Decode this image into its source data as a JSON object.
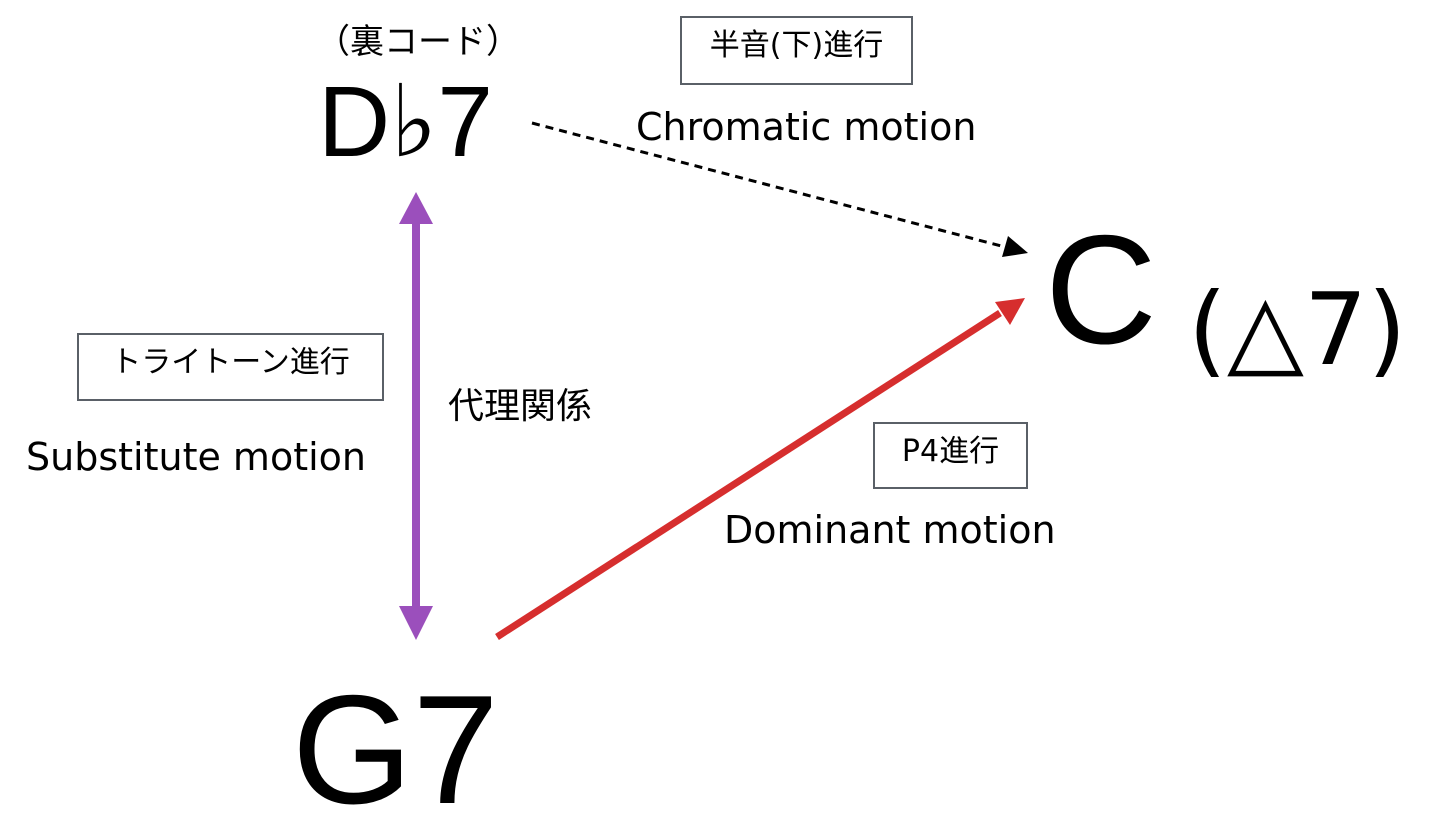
{
  "chords": {
    "db7": "D♭7",
    "db7_note": "（裏コード）",
    "g7": "G7",
    "c": "C",
    "c_ext": "(△7)"
  },
  "labels": {
    "chromatic_box": "半音(下)進行",
    "chromatic_desc": "Chromatic motion",
    "tritone_box": "トライトーン進行",
    "substitute_desc": "Substitute motion",
    "relation": "代理関係",
    "p4_box": "P4進行",
    "dominant_desc": "Dominant motion"
  },
  "colors": {
    "substitute_arrow": "#9b4fbc",
    "dominant_arrow": "#d62e2e",
    "chromatic_arrow": "#000000",
    "box_border": "#5a6067"
  }
}
